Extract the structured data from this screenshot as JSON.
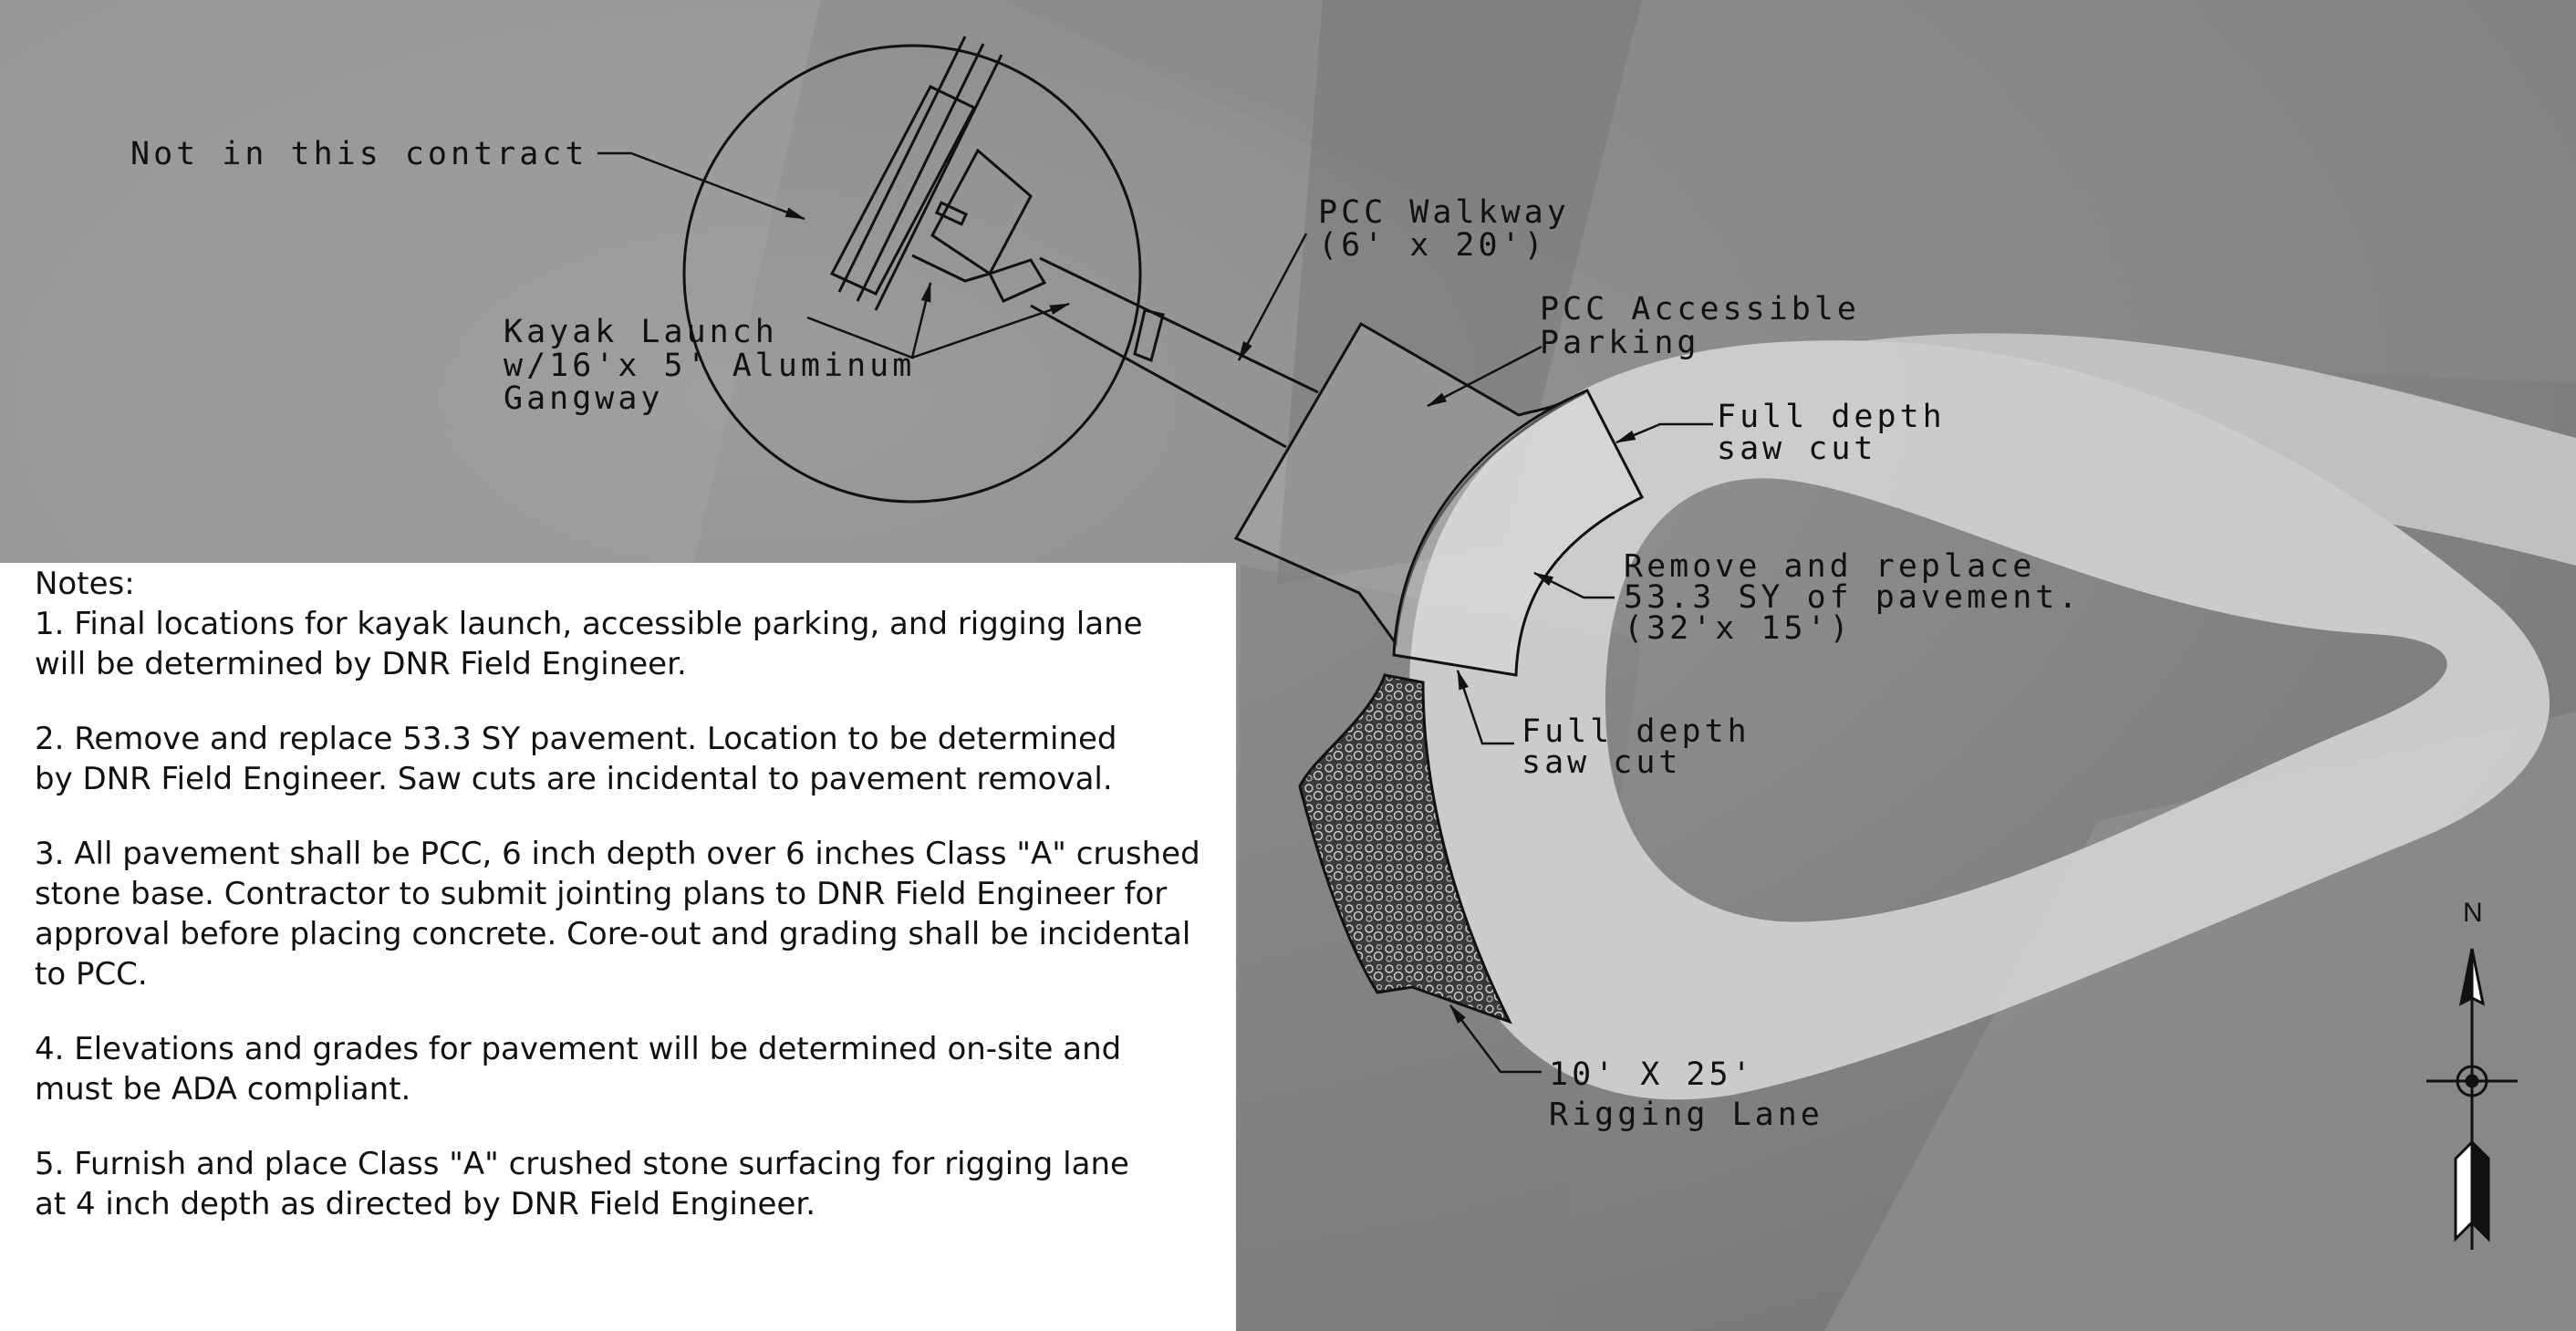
{
  "labels": {
    "not_in_contract": "Not in this contract",
    "pcc_walkway_1": "PCC Walkway",
    "pcc_walkway_2": "(6' x 20')",
    "accessible_parking_1": "PCC Accessible",
    "accessible_parking_2": "Parking",
    "kayak_1": "Kayak Launch",
    "kayak_2": "w/16'x 5' Aluminum",
    "kayak_3": "Gangway",
    "saw_cut_top_1": "Full depth",
    "saw_cut_top_2": "saw cut",
    "remove_replace_1": "Remove and replace",
    "remove_replace_2": "53.3 SY of pavement.",
    "remove_replace_3": "(32'x 15')",
    "saw_cut_bottom_1": "Full depth",
    "saw_cut_bottom_2": "saw cut",
    "rigging_1": "10' X 25'",
    "rigging_2": "Rigging Lane",
    "north": "N"
  },
  "notes": {
    "title": "Notes:",
    "items": [
      {
        "line1": "1. Final locations for kayak launch, accessible parking, and rigging lane",
        "line2": "will be determined by DNR Field Engineer."
      },
      {
        "line1": "2. Remove and replace 53.3 SY pavement. Location to be determined",
        "line2": "by DNR Field Engineer. Saw cuts are incidental to pavement removal."
      },
      {
        "line1": "3. All pavement shall be PCC, 6 inch depth over 6 inches Class \"A\" crushed",
        "line2": "stone base. Contractor to submit jointing plans to DNR Field Engineer for",
        "line3": "approval before placing concrete. Core-out and grading shall be incidental",
        "line4": "to PCC."
      },
      {
        "line1": "4. Elevations and grades for pavement will be determined on-site and",
        "line2": "must be ADA compliant."
      },
      {
        "line1": "5. Furnish and place Class \"A\" crushed stone surfacing for rigging lane",
        "line2": "at 4 inch depth as directed by DNR Field Engineer."
      }
    ]
  }
}
